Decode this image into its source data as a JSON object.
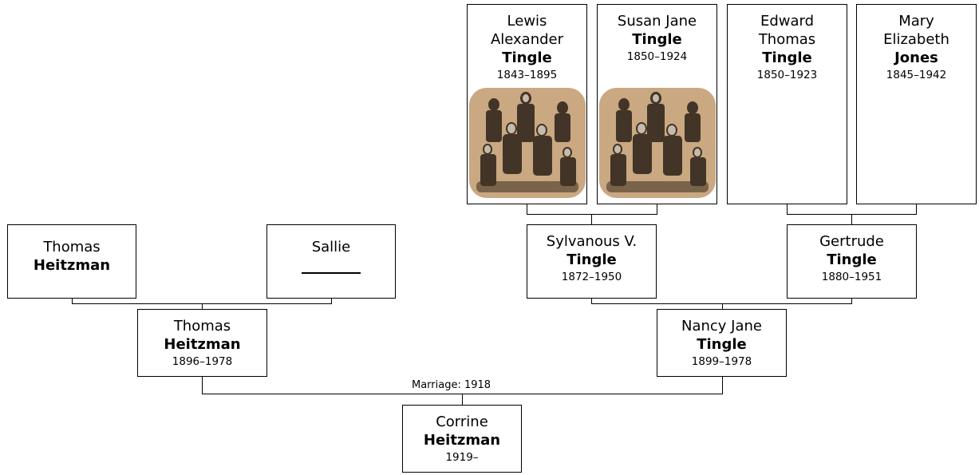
{
  "people": {
    "lewis": {
      "given": "Lewis Alexander",
      "surname": "Tingle",
      "dates": "1843–1895"
    },
    "susan": {
      "given": "Susan Jane",
      "surname": "Tingle",
      "dates": "1850–1924"
    },
    "edward": {
      "given": "Edward Thomas",
      "surname": "Tingle",
      "dates": "1850–1923"
    },
    "mary": {
      "given": "Mary Elizabeth",
      "surname": "Jones",
      "dates": "1845–1942"
    },
    "thomas_sr": {
      "given": "Thomas",
      "surname": "Heitzman",
      "dates": ""
    },
    "sallie": {
      "given": "Sallie",
      "surname": "",
      "dates": ""
    },
    "sylvanous": {
      "given": "Sylvanous V.",
      "surname": "Tingle",
      "dates": "1872–1950"
    },
    "gertrude": {
      "given": "Gertrude",
      "surname": "Tingle",
      "dates": "1880–1951"
    },
    "thomas": {
      "given": "Thomas",
      "surname": "Heitzman",
      "dates": "1896–1978"
    },
    "nancy": {
      "given": "Nancy Jane",
      "surname": "Tingle",
      "dates": "1899–1978"
    },
    "corrine": {
      "given": "Corrine",
      "surname": "Heitzman",
      "dates": "1919–"
    }
  },
  "marriage_label": "Marriage: 1918",
  "colors": {
    "line": "#000000",
    "border": "#000000",
    "photo_sepia": "#c9a882",
    "photo_dark": "#2b2118"
  }
}
